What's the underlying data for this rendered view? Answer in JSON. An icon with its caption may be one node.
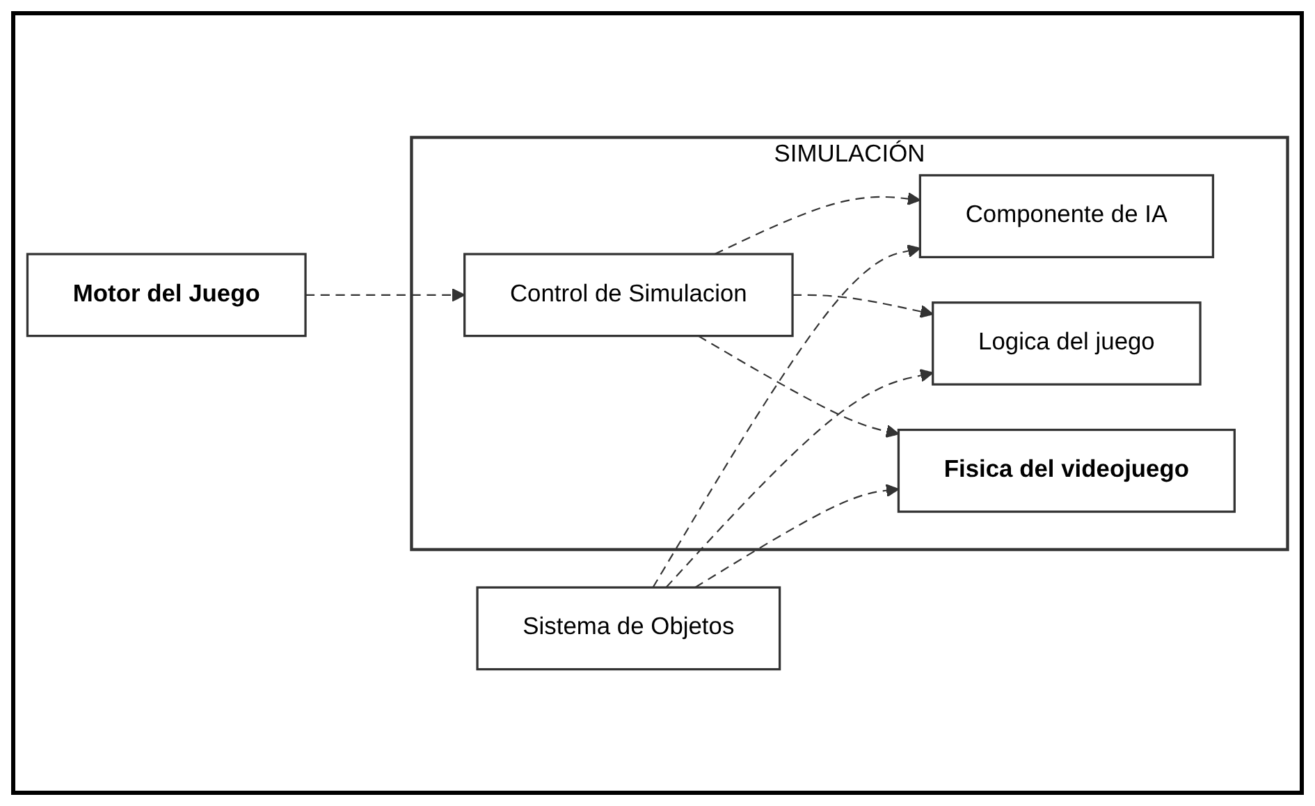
{
  "diagram": {
    "nodes": [
      {
        "text": [
          "Motor del Juego"
        ]
      },
      {
        "text": [
          "SIMULACIÓN"
        ]
      },
      {
        "text": [
          "Control de Simulacion"
        ],
        "in": 1
      },
      {
        "text": [
          "Componente de IA"
        ],
        "in": 1
      },
      {
        "text": [
          "Logica del juego"
        ],
        "in": 1
      },
      {
        "text": [
          "Fisica del videojuego"
        ],
        "in": 1
      },
      {
        "text": [
          "Sistema de Objetos"
        ]
      }
    ],
    "edges": [
      {
        "from": 0,
        "to": 2,
        "arrow": "to",
        "style": "dashed"
      },
      {
        "from": 2,
        "to": 3,
        "arrow": "to",
        "style": "dashed"
      },
      {
        "from": 2,
        "to": 4,
        "arrow": "to",
        "style": "dashed"
      },
      {
        "from": 2,
        "to": 5,
        "arrow": "to",
        "style": "dashed"
      },
      {
        "from": 6,
        "to": 3,
        "arrow": "to",
        "style": "dashed"
      },
      {
        "from": 6,
        "to": 4,
        "arrow": "to",
        "style": "dashed"
      },
      {
        "from": 6,
        "to": 5,
        "arrow": "to",
        "style": "dashed"
      }
    ]
  }
}
